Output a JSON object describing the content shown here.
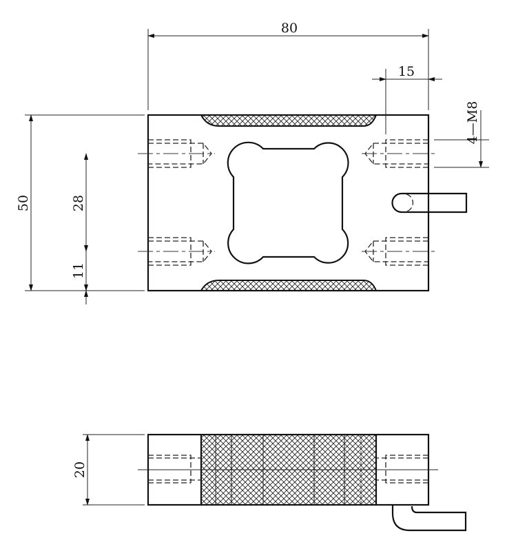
{
  "drawing": {
    "dimensions": {
      "overall_length": "80",
      "hole_offset": "15",
      "thread_callout": "4—M8",
      "overall_width": "50",
      "hole_spacing": "28",
      "hole_edge_offset": "11",
      "height": "20"
    },
    "colors": {
      "line": "#111111",
      "background": "#ffffff"
    }
  }
}
